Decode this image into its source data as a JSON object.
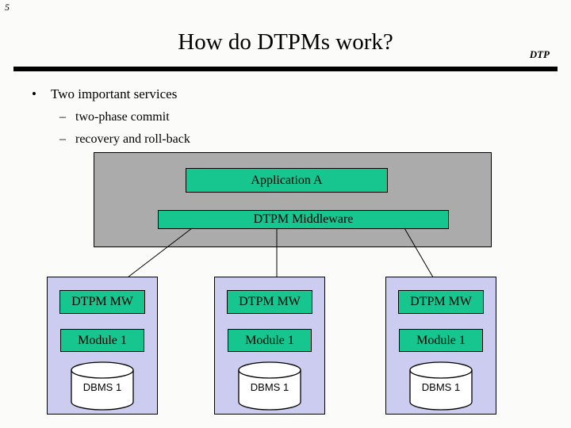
{
  "slide": {
    "page_number": "5",
    "title": "How do DTPMs work?",
    "corner_tag": "DTP",
    "bullets": {
      "bullet_marker": "•",
      "dash_marker": "–",
      "item1": "Two important services",
      "sub_item1": "two-phase commit",
      "sub_item2": "recovery and roll-back"
    },
    "diagram": {
      "application_label": "Application A",
      "middleware_label": "DTPM Middleware",
      "nodes": [
        {
          "mw_label": "DTPM MW",
          "module_label": "Module 1",
          "db_label": "DBMS 1"
        },
        {
          "mw_label": "DTPM MW",
          "module_label": "Module 1",
          "db_label": "DBMS 1"
        },
        {
          "mw_label": "DTPM MW",
          "module_label": "Module 1",
          "db_label": "DBMS 1"
        }
      ]
    },
    "colors": {
      "box_fill": "#17c68f",
      "node_fill": "#ccccf0",
      "container_fill": "#ababab",
      "rule_color": "#000000"
    }
  }
}
